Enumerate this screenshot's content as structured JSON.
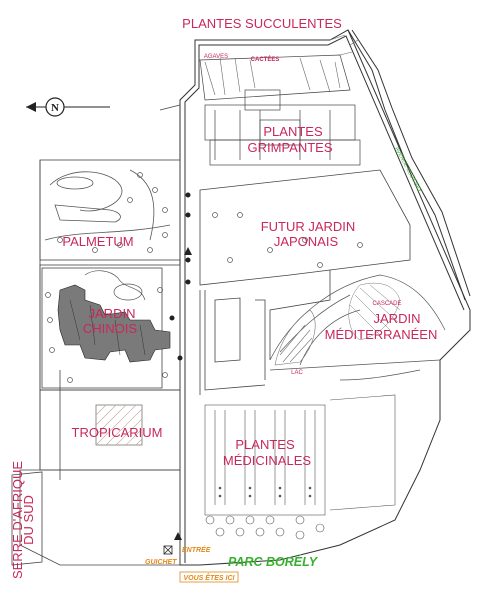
{
  "compass": {
    "letter": "N"
  },
  "zones": {
    "succulentes": "PLANTES SUCCULENTES",
    "agaves": "AGAVES",
    "cactees": "CACTÉES",
    "grimpantes_1": "PLANTES",
    "grimpantes_2": "GRIMPANTES",
    "japonais_1": "FUTUR JARDIN",
    "japonais_2": "JAPONAIS",
    "palmetum": "PALMETUM",
    "chinois_1": "JARDIN",
    "chinois_2": "CHINOIS",
    "cascade": "CASCADE",
    "mediterraneen_1": "JARDIN",
    "mediterraneen_2": "MÉDITERRANÉEN",
    "lac": "LAC",
    "tropicarium": "TROPICARIUM",
    "medicinales_1": "PLANTES",
    "medicinales_2": "MÉDICINALES",
    "serre_1": "SERRE D'AFRIQUE",
    "serre_2": "DU SUD"
  },
  "avenue": "AVENUE CLOT-BEY",
  "entree": "ENTRÉE",
  "guichet": "GUICHET",
  "park_name": "PARC BORÉLY",
  "you_are_here": "VOUS ÊTES ICI",
  "colors": {
    "label": "#c8285a",
    "park": "#38b030",
    "entrance": "#e28a1a"
  }
}
